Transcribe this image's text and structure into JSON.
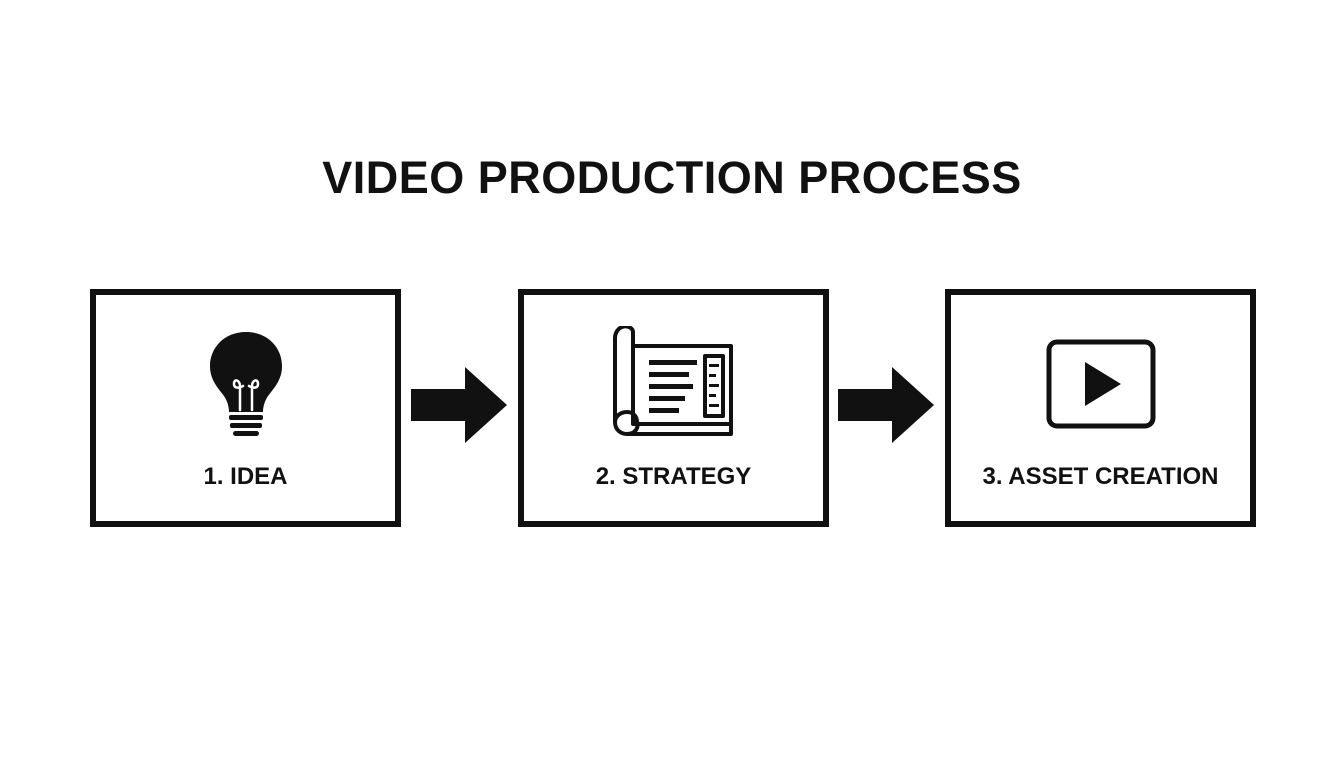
{
  "title": "VIDEO PRODUCTION PROCESS",
  "steps": [
    {
      "label": "1. IDEA",
      "icon": "lightbulb-icon"
    },
    {
      "label": "2. STRATEGY",
      "icon": "blueprint-scroll-icon"
    },
    {
      "label": "3. ASSET CREATION",
      "icon": "video-play-icon"
    }
  ],
  "connectors": [
    "arrow-right-icon",
    "arrow-right-icon"
  ],
  "colors": {
    "stroke": "#111111",
    "background": "#ffffff"
  }
}
